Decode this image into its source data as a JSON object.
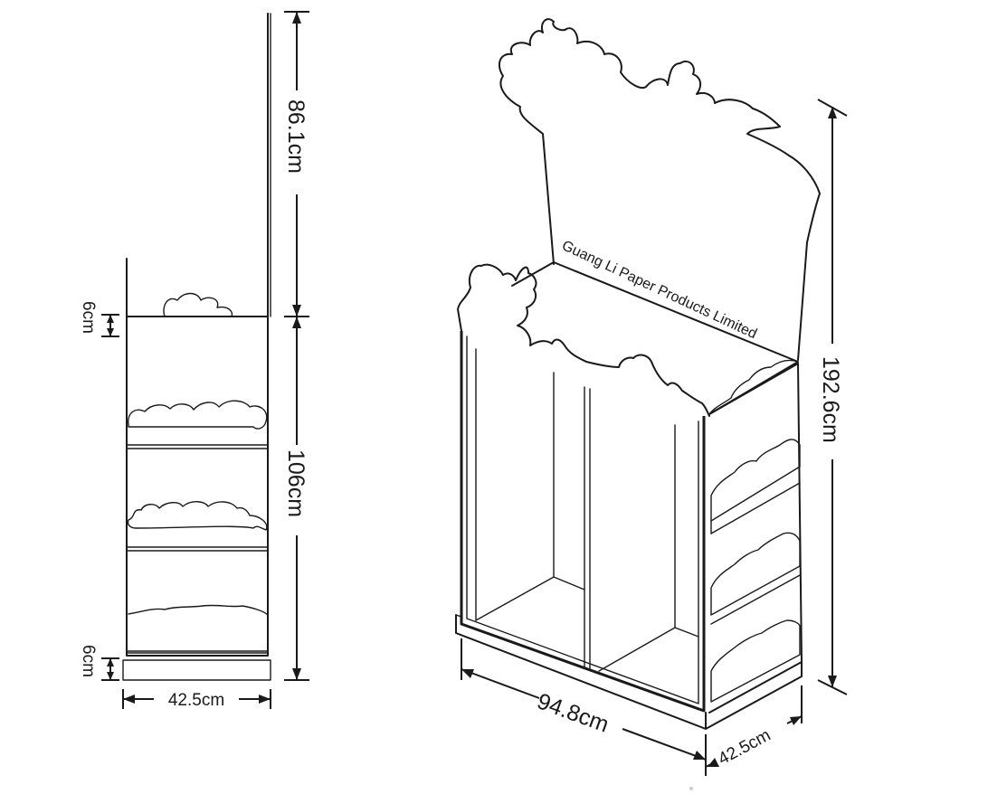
{
  "side_view": {
    "dimensions": {
      "header_height": "86.1cm",
      "body_height": "106cm",
      "top_lip": "6cm",
      "base_height": "6cm",
      "depth": "42.5cm"
    }
  },
  "iso_view": {
    "header_text": "Guang Li Paper Products Limited",
    "dimensions": {
      "total_height": "192.6cm",
      "width": "94.8cm",
      "depth": "42.5cm"
    }
  },
  "colors": {
    "line": "#1a1a1a",
    "background": "#ffffff"
  }
}
